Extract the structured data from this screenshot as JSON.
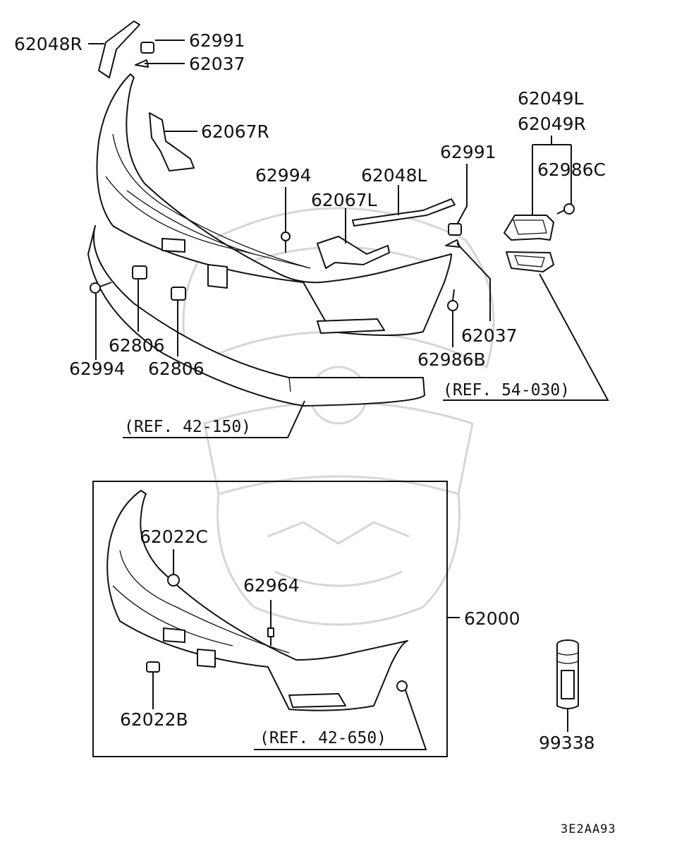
{
  "labels": {
    "p62048R": "62048R",
    "p62991a": "62991",
    "p62037a": "62037",
    "p62067R": "62067R",
    "p62049L": "62049L",
    "p62049R": "62049R",
    "p62991b": "62991",
    "p62986C": "62986C",
    "p62994a": "62994",
    "p62048L": "62048L",
    "p62067L": "62067L",
    "p62806a": "62806",
    "p62994b": "62994",
    "p62806b": "62806",
    "p62037b": "62037",
    "p62986B": "62986B",
    "p62022C": "62022C",
    "p62964": "62964",
    "p62000": "62000",
    "p62022B": "62022B",
    "p99338": "99338"
  },
  "refs": {
    "ref1": "(REF. 54-030)",
    "ref2": "(REF. 42-150)",
    "ref3": "(REF. 42-650)"
  },
  "diagram_code": "3E2AA93"
}
